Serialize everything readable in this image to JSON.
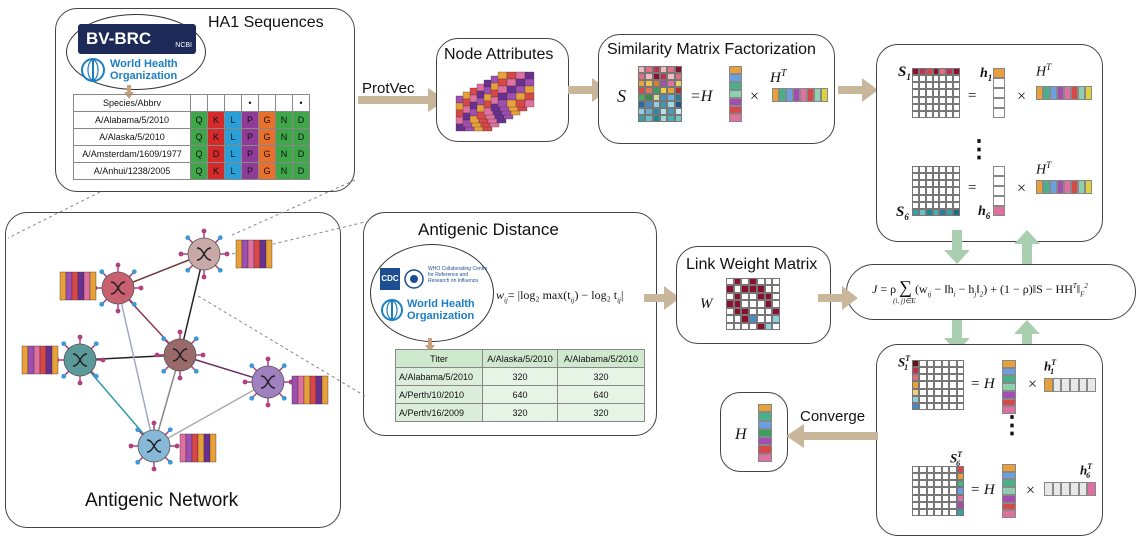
{
  "ha1": {
    "title": "HA1 Sequences",
    "logo_bvbrc": "BV-BRC",
    "logo_ncbi": "NCBI",
    "logo_who_line1": "World Health",
    "logo_who_line2": "Organization",
    "header": "Species/Abbrv",
    "marker": "•",
    "rows": [
      {
        "name": "A/Alabama/5/2010",
        "aa": [
          "Q",
          "K",
          "L",
          "P",
          "G",
          "N",
          "D"
        ]
      },
      {
        "name": "A/Alaska/5/2010",
        "aa": [
          "Q",
          "K",
          "L",
          "P",
          "G",
          "N",
          "D"
        ]
      },
      {
        "name": "A/Amsterdam/1609/1977",
        "aa": [
          "Q",
          "D",
          "L",
          "P",
          "G",
          "N",
          "D"
        ]
      },
      {
        "name": "A/Anhui/1238/2005",
        "aa": [
          "Q",
          "K",
          "L",
          "P",
          "G",
          "N",
          "D"
        ]
      }
    ]
  },
  "protvec": "ProtVec",
  "node_attributes": {
    "title": "Node Attributes"
  },
  "similarity": {
    "title": "Similarity Matrix Factorization",
    "S": "S",
    "eqH": "=H",
    "times": "×",
    "HT": "H",
    "T": "T"
  },
  "factor_top": {
    "S1": "S",
    "S1sub": "1",
    "h1": "h",
    "h1sub": "1",
    "eq": "=",
    "times": "×",
    "HT": "H",
    "T": "T",
    "S6": "S",
    "S6sub": "6",
    "h6": "h",
    "h6sub": "6",
    "dots": "⋮"
  },
  "antigenic_distance": {
    "title": "Antigenic Distance",
    "logo_cdc": "CDC",
    "logo_whocc": "WHO Collaborating Centre for Reference and Research on Influenza",
    "logo_who_line1": "World Health",
    "logo_who_line2": "Organization",
    "formula_lhs": "w",
    "formula_lhs_sub": "ij",
    "formula_rhs": "= |log₂ max(t",
    "formula_rhs2": ") − log₂ t",
    "formula_sub1": "ij",
    "formula_sub2": "ij",
    "formula_end": "|",
    "table_header": [
      "Titer",
      "A/Alaska/5/2010",
      "A/Alabama/5/2010"
    ],
    "table_rows": [
      [
        "A/Alabama/5/2010",
        "320",
        "320"
      ],
      [
        "A/Perth/10/2010",
        "640",
        "640"
      ],
      [
        "A/Perth/16/2009",
        "320",
        "320"
      ]
    ]
  },
  "link_weight": {
    "title": "Link Weight Matrix",
    "W": "W"
  },
  "objective": {
    "J": "J",
    "eq": "= ρ",
    "sum": "∑",
    "sum_sub": "(i, j)∈E",
    "term1": "(w",
    "term1_sub": "ij",
    "term1b": " − ‖h",
    "i": "i",
    "term1c": " − h",
    "j": "j",
    "term1d": "‖",
    "two": "2",
    "term1e": ") + (1 − ρ)‖S − HH",
    "T": "T",
    "term1f": "‖",
    "F": "F",
    "sq": "2"
  },
  "factor_bottom": {
    "S1T": "S",
    "sub1": "1",
    "T": "T",
    "eqH": "= H",
    "times": "×",
    "h1T": "h",
    "S6T": "S",
    "sub6": "6",
    "h6T": "h",
    "dots": "⋮"
  },
  "converge": {
    "label": "Converge",
    "H": "H"
  },
  "network": {
    "title": "Antigenic Network"
  },
  "colors": {
    "arrow": "#c8b79a",
    "green_arrow": "#a9cfb0",
    "border": "#444444"
  }
}
